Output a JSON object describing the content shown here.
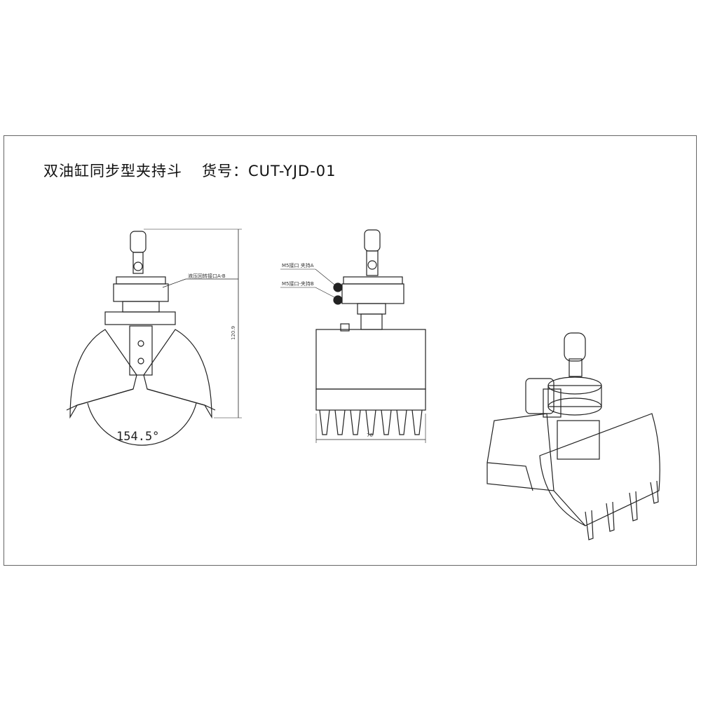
{
  "title": {
    "name": "双油缸同步型夹持斗",
    "code_label": "货号：CUT-YJD-01"
  },
  "front_view": {
    "callout": "液压回转接口A-B",
    "height_dim": "120.9",
    "angle": "154.5°"
  },
  "side_view": {
    "callout_a": "M5接口 夹持A",
    "callout_b": "M5接口-夹持B",
    "width_dim": "70"
  }
}
